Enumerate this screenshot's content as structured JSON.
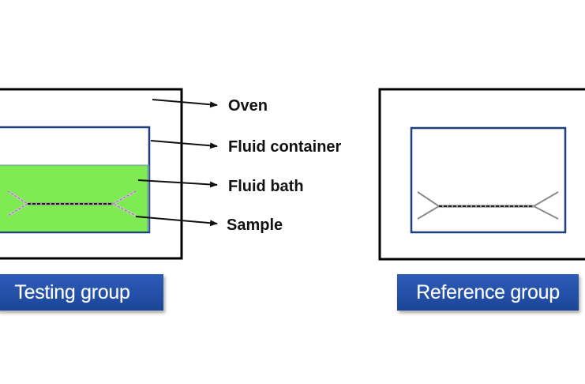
{
  "colors": {
    "oven_border": "#000000",
    "container_border": "#1f3f7f",
    "fluid_bath": "#7feb52",
    "fluid_bath_edge": "#6b8fa8",
    "sample_dash": "#333333",
    "sample_arm": "#8a8a8a",
    "group_button": "#2450a8",
    "arrow": "#111111"
  },
  "labels": {
    "oven": "Oven",
    "fluid_container": "Fluid container",
    "fluid_bath": "Fluid bath",
    "sample": "Sample"
  },
  "groups": {
    "testing": {
      "label": "Testing group"
    },
    "reference": {
      "label": "Reference group"
    }
  }
}
